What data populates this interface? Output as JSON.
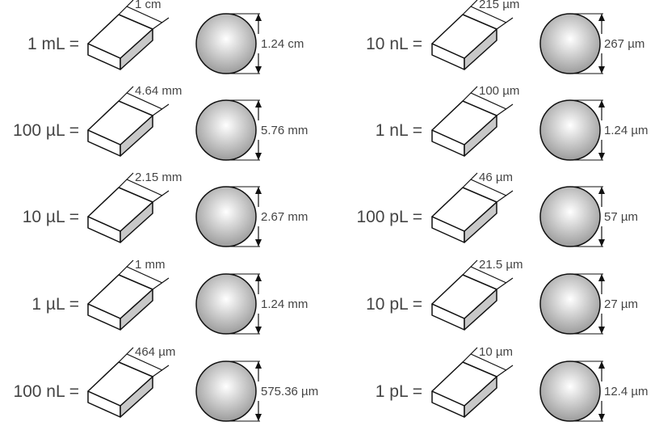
{
  "colors": {
    "stroke": "#111111",
    "cube_top": "#ffffff",
    "cube_side": "#c8c8c8",
    "sphere_center": "#ffffff",
    "sphere_edge": "#999999",
    "text": "#444444"
  },
  "rows": [
    {
      "left": {
        "volume": "1 mL =",
        "cube_side": "1 cm",
        "sphere_diameter": "1.24 cm"
      },
      "right": {
        "volume": "10 nL =",
        "cube_side": "215 µm",
        "sphere_diameter": "267 µm"
      }
    },
    {
      "left": {
        "volume": "100 µL =",
        "cube_side": "4.64 mm",
        "sphere_diameter": "5.76 mm"
      },
      "right": {
        "volume": "1 nL =",
        "cube_side": "100 µm",
        "sphere_diameter": "1.24 µm"
      }
    },
    {
      "left": {
        "volume": "10 µL =",
        "cube_side": "2.15 mm",
        "sphere_diameter": "2.67 mm"
      },
      "right": {
        "volume": "100 pL =",
        "cube_side": "46 µm",
        "sphere_diameter": "57 µm"
      }
    },
    {
      "left": {
        "volume": "1 µL =",
        "cube_side": "1 mm",
        "sphere_diameter": "1.24 mm"
      },
      "right": {
        "volume": "10 pL =",
        "cube_side": "21.5 µm",
        "sphere_diameter": "27 µm"
      }
    },
    {
      "left": {
        "volume": "100 nL =",
        "cube_side": "464 µm",
        "sphere_diameter": "575.36 µm"
      },
      "right": {
        "volume": "1 pL =",
        "cube_side": "10 µm",
        "sphere_diameter": "12.4 µm"
      }
    }
  ]
}
